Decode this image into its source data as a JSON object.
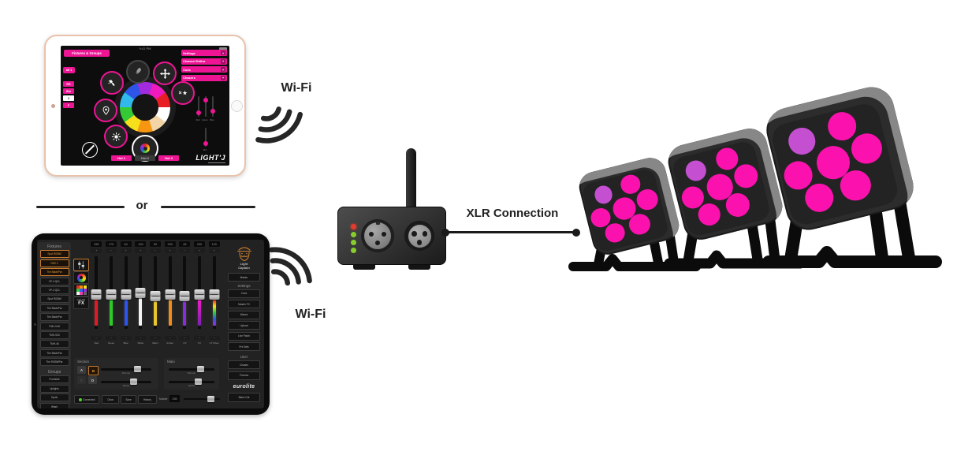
{
  "labels": {
    "or": "or",
    "wifi_top": "Wi-Fi",
    "wifi_bottom": "Wi-Fi",
    "xlr": "XLR Connection"
  },
  "colors": {
    "pink": "#ed1594",
    "orange": "#c77b2e",
    "ink": "#222222",
    "led_magenta": "#fb12ae",
    "led_orchid": "#c44fd0",
    "status_red": "#e33b2c",
    "status_green": "#86ce2b"
  },
  "ipad": {
    "status_time": "9:41 PM",
    "nav_button": "Fixtures & Groups",
    "menu": [
      "Settings",
      "Channel Editor",
      "Cues",
      "Chasers"
    ],
    "page_tab": "all 1",
    "side_tabs": [
      "RG",
      "Blu",
      "2",
      "F"
    ],
    "hot_buttons": [
      "Hot 1",
      "Hot 2",
      "Hot 3"
    ],
    "logo": "LIGHT'J",
    "fader_labels": [
      "Red",
      "Green",
      "Blue"
    ],
    "dim_label": "Dim",
    "wheel_segments": [
      "#a22be0",
      "#ef1abe",
      "#e81e25",
      "#ffffff",
      "#f2d4a6",
      "#f79711",
      "#f6df1b",
      "#35c936",
      "#30b9ea",
      "#2f55e8"
    ]
  },
  "mixer": {
    "fixtures_header": "Fixtures",
    "fixtures": [
      "Spot RGBW",
      "PAR 2",
      "The BladePar",
      "VP-4 QCL",
      "VP-4 QCL",
      "Spot RGBW",
      "The BladePar",
      "The BladePar",
      "TMH-X4D",
      "TMH-S30",
      "TMH-46",
      "The BladePar",
      "The RGBWPar"
    ],
    "groups_header": "Groups",
    "groups": [
      "Frontside",
      "Uplights",
      "Spots",
      "Wash"
    ],
    "color_fx_top": "COLOR",
    "color_fx_bottom": "FX",
    "channels": [
      {
        "value": "255",
        "step": "+",
        "fill": "#e01b24",
        "label": "Red",
        "knob": 44
      },
      {
        "value": "170",
        "step": "−",
        "fill": "#2ec927",
        "label": "Green",
        "knob": 44
      },
      {
        "value": "64",
        "step": "+",
        "fill": "#2b54f0",
        "label": "Blue",
        "knob": 44
      },
      {
        "value": "128",
        "step": "+",
        "fill": "#f2f2f2",
        "label": "White",
        "knob": 42
      },
      {
        "value": "90",
        "step": "−",
        "fill": "#e8c52a",
        "label": "Warm",
        "knob": 46
      },
      {
        "value": "200",
        "step": "+",
        "fill": "#f08c1a",
        "label": "Amber",
        "knob": 44
      },
      {
        "value": "45",
        "step": "−",
        "fill": "#8a2be2",
        "label": "UV",
        "knob": 46
      },
      {
        "value": "230",
        "step": "+",
        "fill": "magenta-gradient",
        "label": "FX",
        "knob": 44
      },
      {
        "value": "120",
        "step": "+",
        "fill": "rainbow-gradient",
        "label": "CT Mixer",
        "knob": 44
      }
    ],
    "section": {
      "title": "Section",
      "buttons": [
        "A",
        "B",
        "C",
        "D"
      ],
      "sliders": [
        "Dimmer",
        "Strobe"
      ]
    },
    "main": {
      "title": "Main",
      "sliders": [
        "Dimmer",
        "Strobe"
      ]
    },
    "bottom": {
      "connected": "Connected",
      "clear": "Clear",
      "save": "Save",
      "history": "History",
      "master_label": "Master",
      "master_value": "255"
    },
    "right": {
      "logo_line1": "Light",
      "logo_line2": "Captain",
      "master_button": "Master",
      "settings_header": "Settings",
      "settings_buttons": [
        "Cues",
        "Master FX",
        "Waves",
        "Upload",
        "Live Patch",
        "Pre Sets"
      ],
      "user_header": "User",
      "user_buttons": [
        "Chases",
        "Themes"
      ],
      "brand": "eurolite",
      "blackout": "Black Out"
    }
  },
  "lights": {
    "count": 3,
    "led": "#fb12ae",
    "led_alt": "#c44fd0"
  }
}
